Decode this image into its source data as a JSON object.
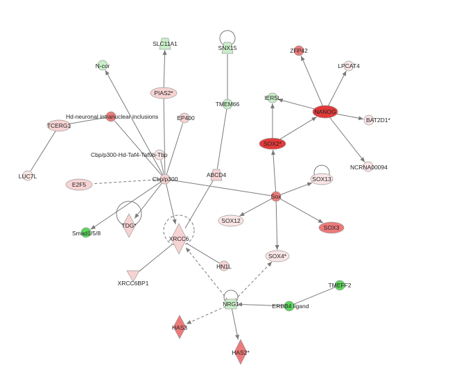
{
  "colors": {
    "edge": "#7a7a7a",
    "up_strong": "#e23a3a",
    "up_medium": "#ec7a7a",
    "up_light": "#f7d3d3",
    "up_faint": "#fbe6e6",
    "down_medium": "#5cd65c",
    "down_light": "#c9f0c9",
    "neutral": "#ffffff"
  },
  "nodes": {
    "slc11a1": {
      "label": "SLC11A1",
      "shape": "trapezoid",
      "color": "down_light"
    },
    "snx15": {
      "label": "SNX15",
      "shape": "trapezoid",
      "color": "down_light"
    },
    "ncor": {
      "label": "N-cor",
      "shape": "circle",
      "color": "down_light"
    },
    "pias2": {
      "label": "PIAS2*",
      "shape": "ellipse",
      "color": "up_light"
    },
    "zfp42": {
      "label": "ZFP42",
      "shape": "circle",
      "color": "up_medium"
    },
    "lpcat4": {
      "label": "LPCAT4",
      "shape": "circle",
      "color": "up_faint"
    },
    "ier5l": {
      "label": "IER5L",
      "shape": "circle",
      "color": "down_light"
    },
    "nanog": {
      "label": "NANOG",
      "shape": "ellipse",
      "color": "up_strong"
    },
    "tmem66": {
      "label": "TMEM66",
      "shape": "circle",
      "color": "down_light"
    },
    "hd": {
      "label": "Hd-neuronal intranuclear inclusions",
      "shape": "circle",
      "color": "up_medium"
    },
    "tcerg1": {
      "label": "TCERG1",
      "shape": "ellipse",
      "color": "up_light"
    },
    "bat2d1": {
      "label": "BAT2D1*",
      "shape": "circle",
      "color": "up_faint"
    },
    "ep400": {
      "label": "EP400",
      "shape": "circle",
      "color": "up_light"
    },
    "sox2": {
      "label": "SOX2*",
      "shape": "ellipse",
      "color": "up_strong"
    },
    "cbp_complex": {
      "label": "Cbp/p300-Hd-Taf4-Taf9b-Tbp",
      "shape": "circle",
      "color": "up_faint"
    },
    "ncrna": {
      "label": "NCRNA00094",
      "shape": "circle",
      "color": "up_faint"
    },
    "luc7l": {
      "label": "LUC7L",
      "shape": "circle",
      "color": "up_faint"
    },
    "abcd4": {
      "label": "ABCD4",
      "shape": "trapezoid",
      "color": "up_light"
    },
    "e2f5": {
      "label": "E2F5",
      "shape": "ellipse",
      "color": "up_light"
    },
    "cbp": {
      "label": "Cbp/p300",
      "shape": "circle",
      "color": "up_light"
    },
    "sox13": {
      "label": "SOX13",
      "shape": "ellipse",
      "color": "up_faint"
    },
    "sox": {
      "label": "Sox",
      "shape": "circle",
      "color": "up_medium"
    },
    "sox12": {
      "label": "SOX12",
      "shape": "ellipse",
      "color": "up_faint"
    },
    "sox3": {
      "label": "SOX3",
      "shape": "ellipse",
      "color": "up_medium"
    },
    "smad": {
      "label": "Smad1/5/8",
      "shape": "circle",
      "color": "down_medium"
    },
    "tdg": {
      "label": "TDG*",
      "shape": "diamond",
      "color": "up_light"
    },
    "xrcc6": {
      "label": "XRCC6",
      "shape": "diamond",
      "color": "up_light"
    },
    "sox4": {
      "label": "SOX4*",
      "shape": "ellipse",
      "color": "up_faint"
    },
    "hn1l": {
      "label": "HN1L",
      "shape": "circle",
      "color": "up_light"
    },
    "xrcc6bp1": {
      "label": "XRCC6BP1",
      "shape": "triangle-down",
      "color": "up_light"
    },
    "tmeff2": {
      "label": "TMEFF2",
      "shape": "circle",
      "color": "down_medium"
    },
    "nrg1": {
      "label": "NRG1",
      "shape": "square",
      "color": "down_light"
    },
    "erbb4": {
      "label": "ERBB4 ligand",
      "shape": "circle",
      "color": "down_medium"
    },
    "has3": {
      "label": "HAS3",
      "shape": "diamond",
      "color": "up_medium"
    },
    "has2": {
      "label": "HAS2*",
      "shape": "diamond",
      "color": "up_medium"
    }
  },
  "edges": [
    {
      "from": "cbp",
      "to": "ncor",
      "dashed": false,
      "arrow": "to"
    },
    {
      "from": "cbp",
      "to": "hd",
      "dashed": false,
      "arrow": "none"
    },
    {
      "from": "cbp",
      "to": "ep400",
      "dashed": false,
      "arrow": "none"
    },
    {
      "from": "cbp",
      "to": "cbp_complex",
      "dashed": false,
      "arrow": "none"
    },
    {
      "from": "cbp",
      "to": "e2f5",
      "dashed": true,
      "arrow": "none"
    },
    {
      "from": "cbp",
      "to": "smad",
      "dashed": false,
      "arrow": "to"
    },
    {
      "from": "cbp",
      "to": "tdg",
      "dashed": false,
      "arrow": "to"
    },
    {
      "from": "cbp",
      "to": "xrcc6",
      "dashed": false,
      "arrow": "to"
    },
    {
      "from": "cbp",
      "to": "sox",
      "dashed": false,
      "arrow": "none"
    },
    {
      "from": "pias2",
      "to": "slc11a1",
      "dashed": false,
      "arrow": "to"
    },
    {
      "from": "pias2",
      "to": "cbp",
      "dashed": false,
      "arrow": "none"
    },
    {
      "from": "tcerg1",
      "to": "hd",
      "dashed": false,
      "arrow": "none"
    },
    {
      "from": "tcerg1",
      "to": "luc7l",
      "dashed": false,
      "arrow": "none"
    },
    {
      "from": "tmem66",
      "to": "snx15",
      "dashed": false,
      "arrow": "none"
    },
    {
      "from": "tmem66",
      "to": "abcd4",
      "dashed": false,
      "arrow": "none"
    },
    {
      "from": "abcd4",
      "to": "xrcc6",
      "dashed": false,
      "arrow": "none"
    },
    {
      "from": "sox",
      "to": "sox2",
      "dashed": false,
      "arrow": "to"
    },
    {
      "from": "sox",
      "to": "sox13",
      "dashed": false,
      "arrow": "to"
    },
    {
      "from": "sox",
      "to": "sox12",
      "dashed": false,
      "arrow": "to"
    },
    {
      "from": "sox",
      "to": "sox3",
      "dashed": false,
      "arrow": "to"
    },
    {
      "from": "sox",
      "to": "sox4",
      "dashed": false,
      "arrow": "to"
    },
    {
      "from": "sox2",
      "to": "ier5l",
      "dashed": false,
      "arrow": "to"
    },
    {
      "from": "sox2",
      "to": "nanog",
      "dashed": false,
      "arrow": "to"
    },
    {
      "from": "nanog",
      "to": "ier5l",
      "dashed": false,
      "arrow": "to"
    },
    {
      "from": "nanog",
      "to": "zfp42",
      "dashed": false,
      "arrow": "to"
    },
    {
      "from": "nanog",
      "to": "lpcat4",
      "dashed": false,
      "arrow": "to"
    },
    {
      "from": "nanog",
      "to": "bat2d1",
      "dashed": false,
      "arrow": "to"
    },
    {
      "from": "nanog",
      "to": "ncrna",
      "dashed": false,
      "arrow": "to"
    },
    {
      "from": "xrcc6",
      "to": "hn1l",
      "dashed": false,
      "arrow": "none"
    },
    {
      "from": "xrcc6",
      "to": "xrcc6bp1",
      "dashed": false,
      "arrow": "none"
    },
    {
      "from": "nrg1",
      "to": "xrcc6",
      "dashed": true,
      "arrow": "to"
    },
    {
      "from": "nrg1",
      "to": "sox4",
      "dashed": true,
      "arrow": "to"
    },
    {
      "from": "nrg1",
      "to": "has3",
      "dashed": true,
      "arrow": "to"
    },
    {
      "from": "nrg1",
      "to": "has2",
      "dashed": false,
      "arrow": "to"
    },
    {
      "from": "erbb4",
      "to": "nrg1",
      "dashed": false,
      "arrow": "to"
    },
    {
      "from": "erbb4",
      "to": "tmeff2",
      "dashed": false,
      "arrow": "none"
    }
  ],
  "self_loops": [
    "snx15",
    "tdg",
    "xrcc6",
    "sox13",
    "nrg1"
  ],
  "dashed_self_loops": [
    "xrcc6"
  ]
}
